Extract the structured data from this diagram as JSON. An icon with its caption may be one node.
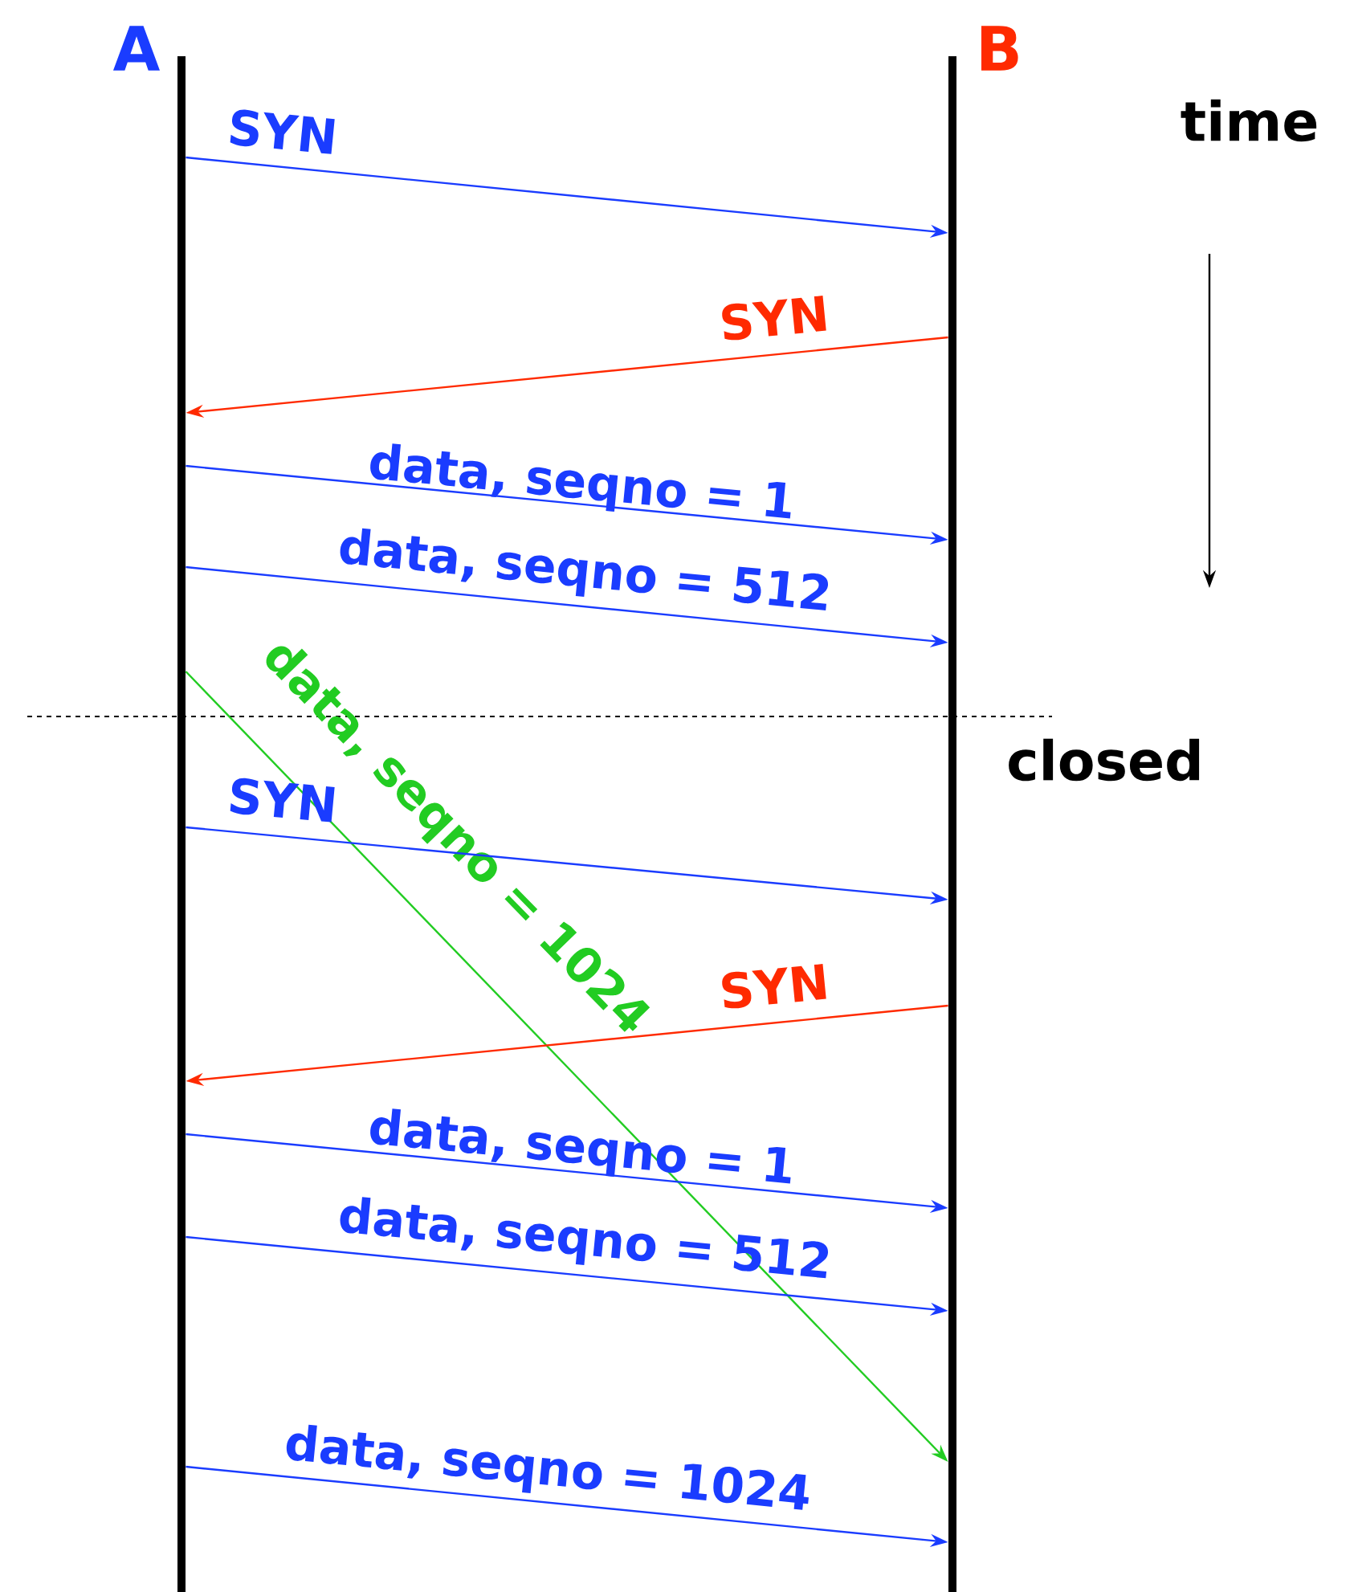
{
  "diagram": {
    "nodes": [
      {
        "text": [
          "A"
        ]
      },
      {
        "text": [
          "B"
        ]
      }
    ],
    "edges": [
      {
        "from": 0,
        "to": 1,
        "arrow": "to",
        "label": "SYN"
      },
      {
        "from": 1,
        "to": 0,
        "arrow": "to",
        "label": "SYN",
        "color": "#ff2a00"
      },
      {
        "from": 0,
        "to": 1,
        "arrow": "to",
        "label": "data, seqno = 1"
      },
      {
        "from": 0,
        "to": 1,
        "arrow": "to",
        "label": "data, seqno = 512"
      },
      {
        "from": 0,
        "to": 1,
        "arrow": "to",
        "label": "data, seqno = 1024",
        "color": "#22cc22"
      },
      {
        "from": 0,
        "to": 1,
        "arrow": "to",
        "label": "SYN"
      },
      {
        "from": 1,
        "to": 0,
        "arrow": "to",
        "label": "SYN",
        "color": "#ff2a00"
      },
      {
        "from": 0,
        "to": 1,
        "arrow": "to",
        "label": "data, seqno = 1"
      },
      {
        "from": 0,
        "to": 1,
        "arrow": "to",
        "label": "data, seqno = 512"
      },
      {
        "from": 0,
        "to": 1,
        "arrow": "to",
        "label": "data, seqno = 1024"
      }
    ],
    "labels": [
      "time",
      "closed"
    ]
  }
}
